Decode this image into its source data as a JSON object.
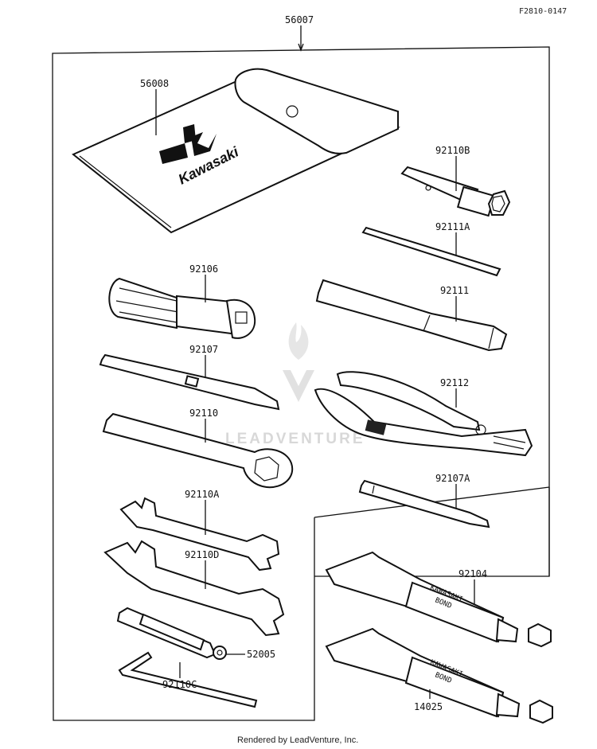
{
  "reference_code": "F2810-0147",
  "footer": "Rendered by LeadVenture, Inc.",
  "watermark": "LEADVENTURE",
  "brand_logo_text": "Kawasaki",
  "tube_text": [
    "KAWASAKI",
    "BOND"
  ],
  "parts": [
    {
      "number": "56007",
      "name": "tool kit"
    },
    {
      "number": "56008",
      "name": "tool pouch"
    },
    {
      "number": "92110B",
      "name": "plug wrench"
    },
    {
      "number": "92111A",
      "name": "bar"
    },
    {
      "number": "92106",
      "name": "screwdriver grip"
    },
    {
      "number": "92111",
      "name": "extension handle"
    },
    {
      "number": "92107",
      "name": "screwdriver"
    },
    {
      "number": "92112",
      "name": "pliers"
    },
    {
      "number": "92110",
      "name": "box wrench"
    },
    {
      "number": "92107A",
      "name": "screwdriver"
    },
    {
      "number": "92110A",
      "name": "open-end wrench"
    },
    {
      "number": "92104",
      "name": "kawasaki bond tube"
    },
    {
      "number": "92110D",
      "name": "open-end wrench"
    },
    {
      "number": "52005",
      "name": "spoke wrench"
    },
    {
      "number": "92110C",
      "name": "hex key"
    },
    {
      "number": "14025",
      "name": "kawasaki bond tube"
    }
  ]
}
